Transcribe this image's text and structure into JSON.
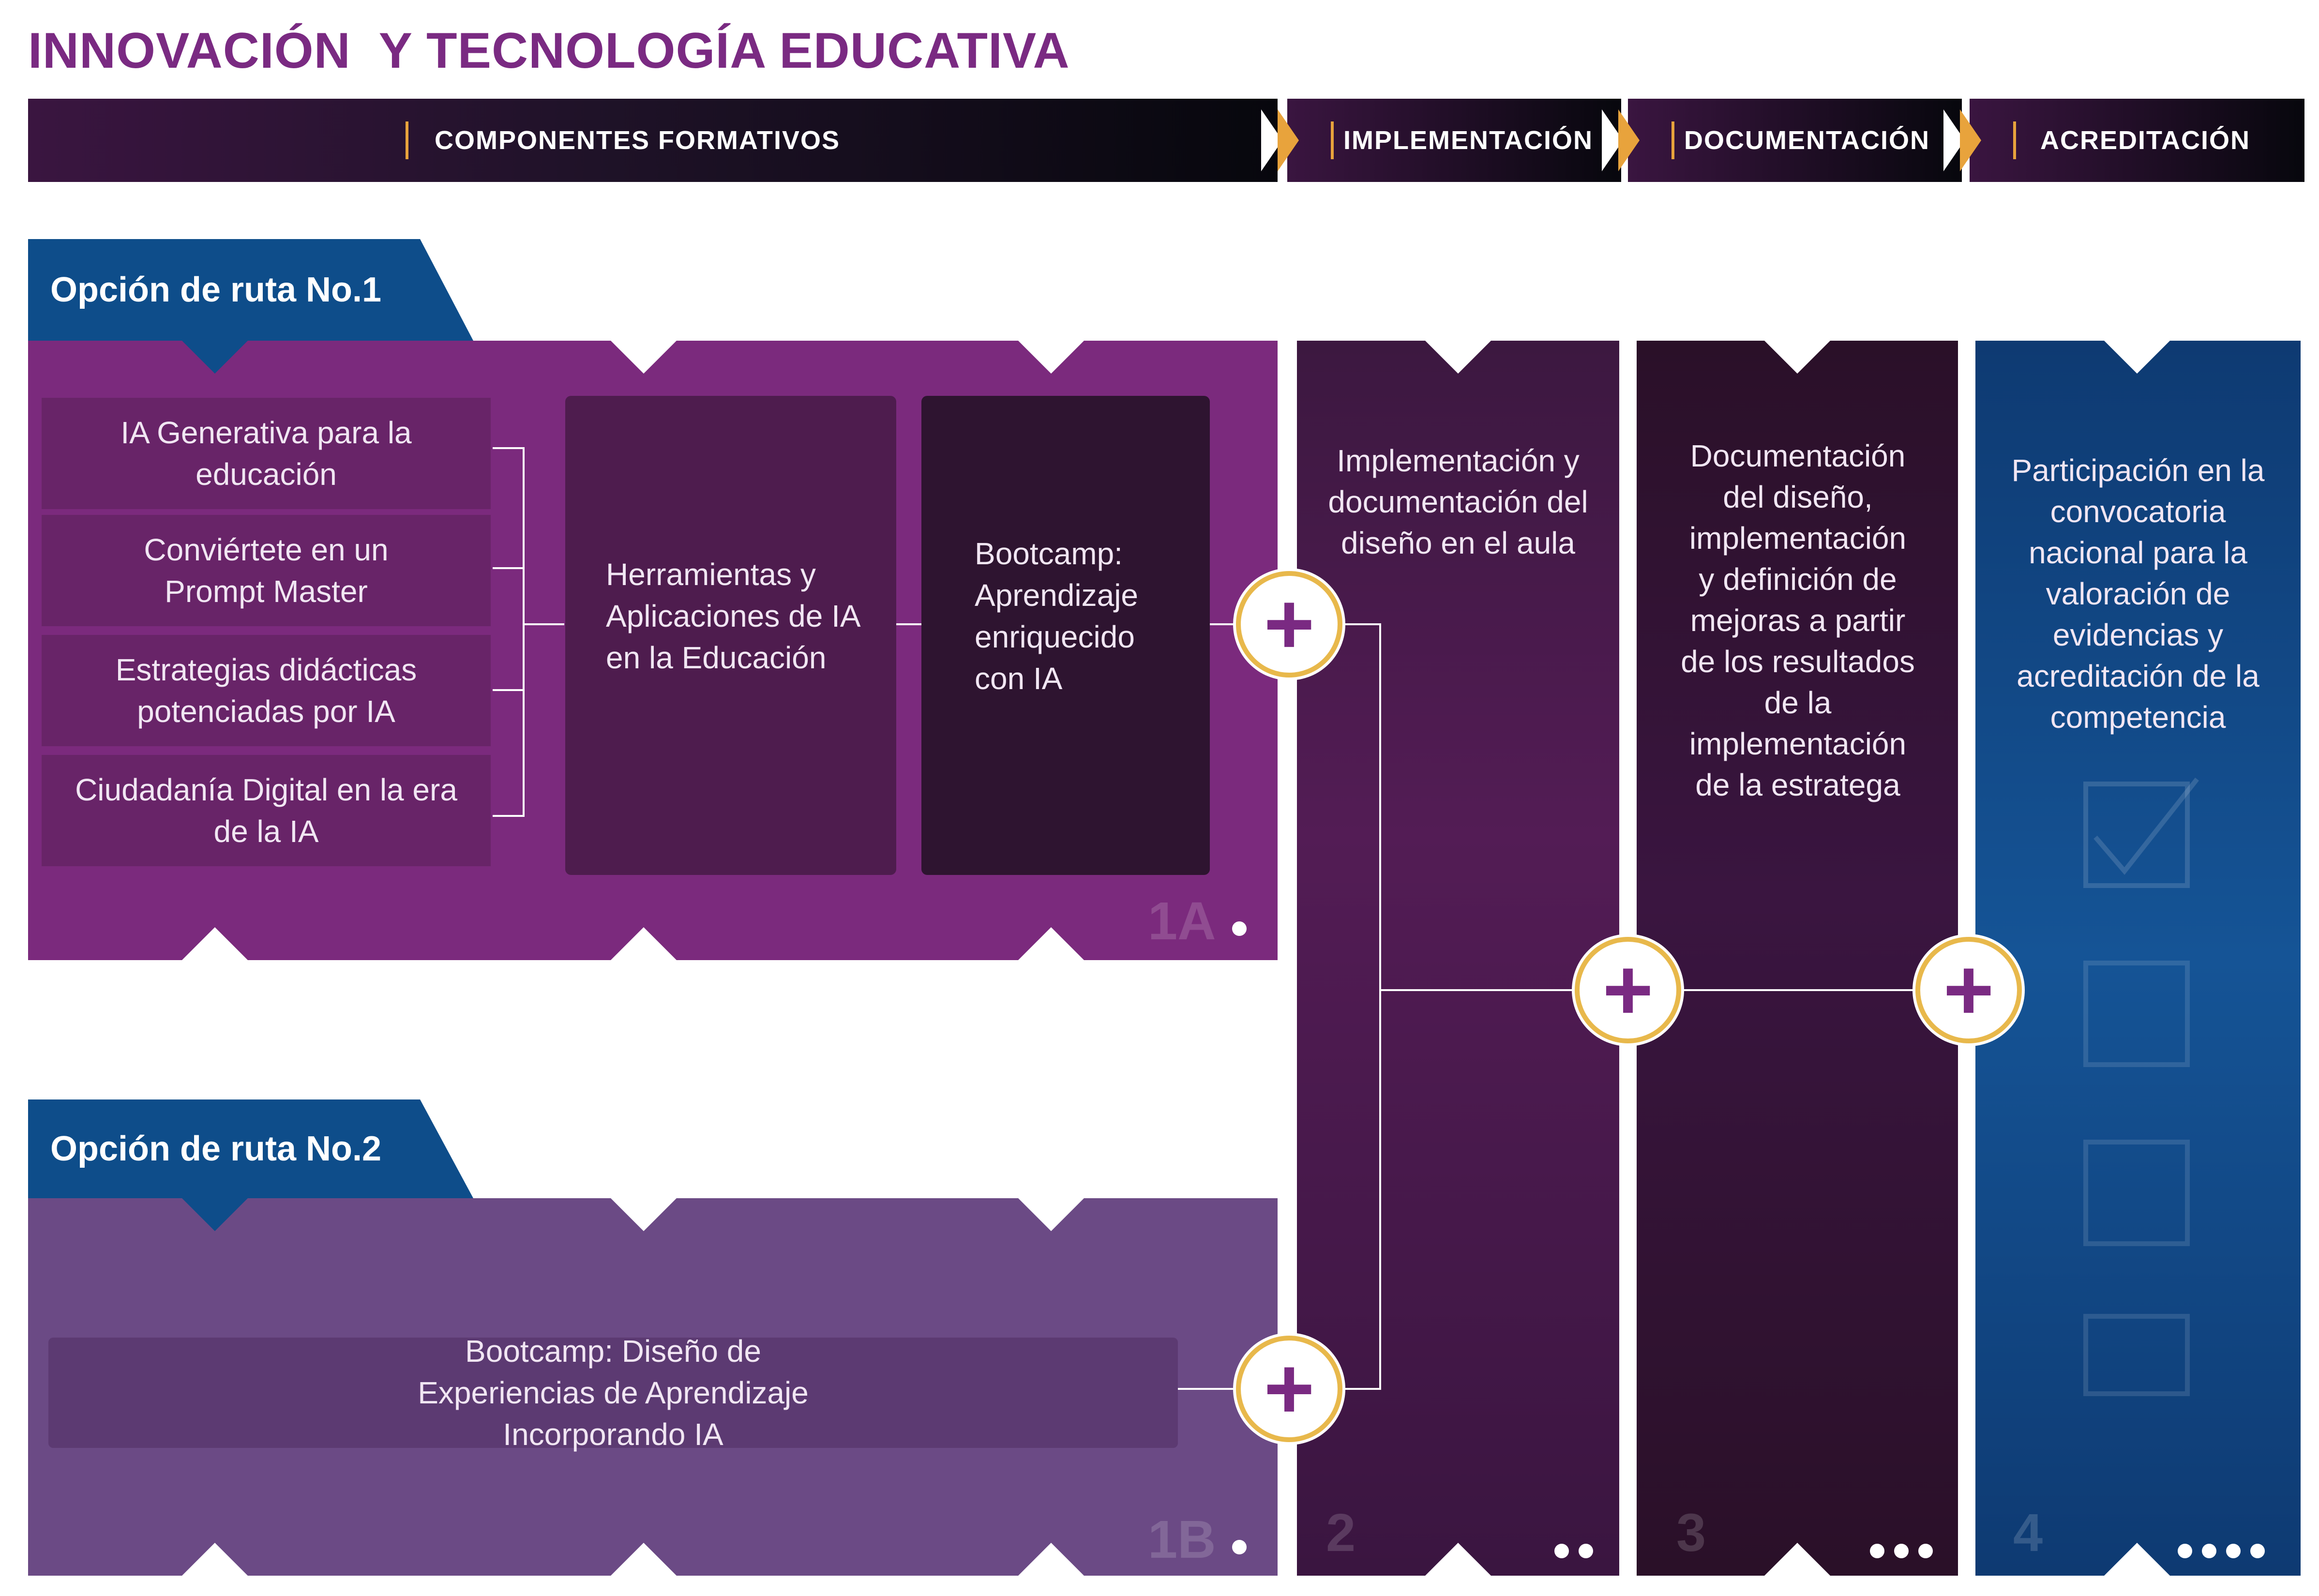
{
  "title": "INNOVACIÓN  Y TECNOLOGÍA EDUCATIVA",
  "phases": {
    "components": "COMPONENTES FORMATIVOS",
    "implementation": "IMPLEMENTACIÓN",
    "documentation": "DOCUMENTACIÓN",
    "accreditation": "ACREDITACIÓN"
  },
  "route1": {
    "tab": "Opción de ruta No.1",
    "courses": [
      "IA Generativa para la educación",
      "Conviértete en un Prompt Master",
      "Estrategias didácticas potenciadas por IA",
      "Ciudadanía Digital en la era de la IA"
    ],
    "tools": "Herramientas y Aplicaciones de IA en la Educación",
    "bootcamp": "Bootcamp: Aprendizaje enriquecido con IA",
    "number": "1A"
  },
  "route2": {
    "tab": "Opción de ruta No.2",
    "bootcamp": "Bootcamp: Diseño de Experiencias de Aprendizaje Incorporando IA",
    "number": "1B"
  },
  "columns": {
    "implementation": {
      "text": "Implementación y documentación del diseño en el aula",
      "number": "2"
    },
    "documentation": {
      "text": "Documentación del diseño, implementación y definición de mejoras a partir de los resultados de la implementación de la estratega",
      "number": "3"
    },
    "accreditation": {
      "text": "Participación en la convocatoria nacional para la valoración de evidencias y acreditación de la competencia",
      "number": "4"
    }
  },
  "plus_symbol": "+",
  "colors": {
    "title": "#7a2a82",
    "route1": "#7b2a7d",
    "route2": "#6b4a85",
    "implementation": "#4a1a4e",
    "documentation": "#2e1430",
    "accreditation": "#12417a",
    "tab": "#0e4d8a",
    "accent_gold": "#e8a33c"
  },
  "icons": [
    "checkbox-checked-icon",
    "checkbox-icon",
    "plus-icon",
    "chevron-right-icon"
  ]
}
